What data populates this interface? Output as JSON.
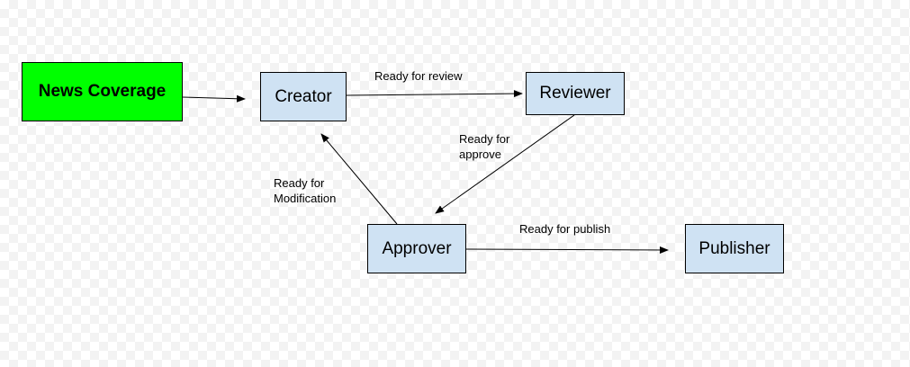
{
  "colors": {
    "start_fill": "#00ff00",
    "step_fill": "#cfe2f3",
    "stroke": "#000000"
  },
  "nodes": {
    "start": "News Coverage",
    "creator": "Creator",
    "reviewer": "Reviewer",
    "approver": "Approver",
    "publisher": "Publisher"
  },
  "edges": {
    "review_line1": "Ready for review",
    "approve_line1": "Ready for",
    "approve_line2": "approve",
    "modify_line1": "Ready for",
    "modify_line2": "Modification",
    "publish_line1": "Ready for publish"
  }
}
